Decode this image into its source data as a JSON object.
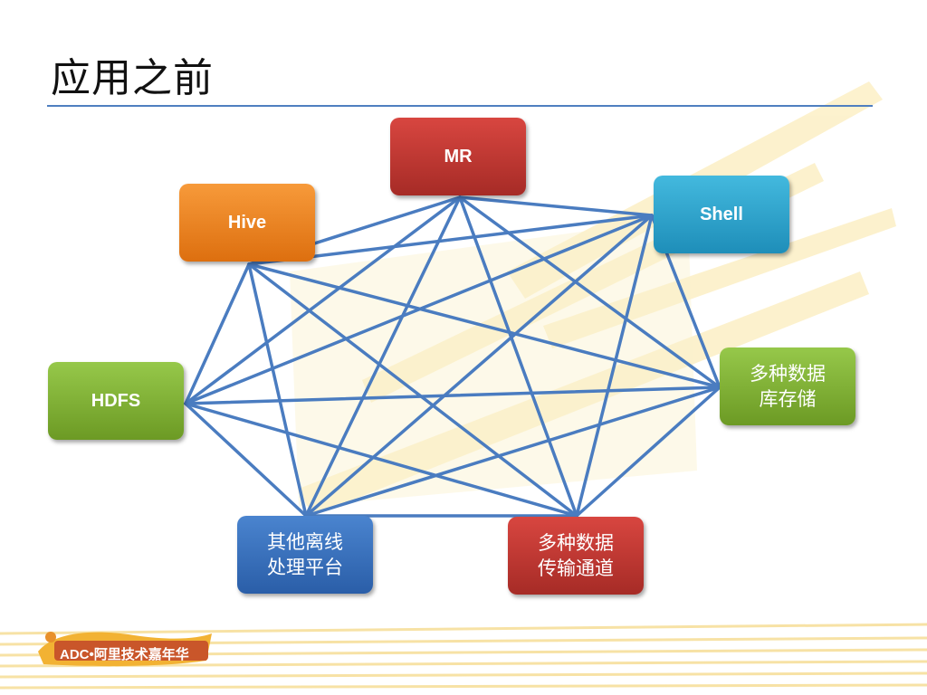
{
  "slide": {
    "title": "应用之前"
  },
  "nodes": {
    "mr": "MR",
    "hive": "Hive",
    "shell": "Shell",
    "hdfs": "HDFS",
    "store": "多种数据\n库存储",
    "offline": "其他离线\n处理平台",
    "channel": "多种数据\n传输通道"
  },
  "logo": {
    "text": "ADC•阿里技术嘉年华"
  },
  "colors": {
    "accent_line": "#4f7fc0",
    "edge": "#4a7cc0",
    "mr": "#c0392f",
    "hive": "#ee821f",
    "shell": "#2ea6d0",
    "hdfs": "#82b23a",
    "store": "#82b23a",
    "offline": "#3a72bd",
    "channel": "#c0392f"
  }
}
